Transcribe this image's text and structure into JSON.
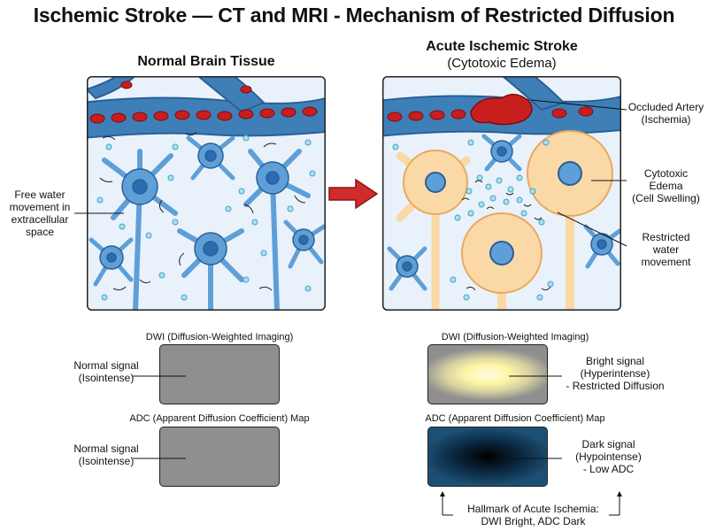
{
  "title": "Ischemic Stroke — CT and MRI - Mechanism of Restricted Diffusion",
  "left_panel": {
    "title": "Normal Brain Tissue",
    "callout": "Free water\nmovement in\nextracellular\nspace"
  },
  "right_panel": {
    "title": "Acute Ischemic Stroke",
    "subtitle": "(Cytotoxic Edema)",
    "callouts": {
      "occluded": "Occluded Artery\n(Ischemia)",
      "edema": "Cytotoxic\nEdema\n(Cell Swelling)",
      "restricted": "Restricted\nwater\nmovement"
    }
  },
  "imaging": {
    "dwi_title": "DWI (Diffusion-Weighted Imaging)",
    "adc_title": "ADC (Apparent Diffusion Coefficient) Map",
    "normal_dwi_label": "Normal signal\n(Isointense)",
    "normal_adc_label": "Normal signal\n(Isointense)",
    "stroke_dwi_label": "Bright signal\n(Hyperintense)\n- Restricted Diffusion",
    "stroke_adc_label": "Dark signal\n(Hypointense)\n- Low ADC",
    "hallmark": "Hallmark of Acute Ischemia:\nDWI Bright, ADC Dark"
  },
  "colors": {
    "vessel": "#3f7fb8",
    "vessel_dark": "#2a5f96",
    "rbc": "#c81e1e",
    "neuron": "#5f9fd8",
    "neuron_nucleus": "#2a6cb0",
    "swollen_cell": "#fbd9a6",
    "swollen_outline": "#e8a860",
    "water": "#a8e2f2",
    "water_outline": "#4a9fc2",
    "tissue_bg": "#e9f2fa",
    "arrow_red": "#d22b2b",
    "mri_gray": "#8f8f8f",
    "dwi_bright": "#fff5a8",
    "adc_dark": "#0b2a44"
  }
}
